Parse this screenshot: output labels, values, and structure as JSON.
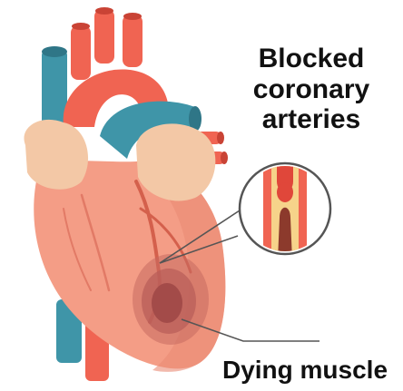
{
  "labels": {
    "blocked": [
      "Blocked",
      "coronary",
      "arteries"
    ],
    "dying": "Dying muscle"
  },
  "colors": {
    "heart_muscle": "#f49d86",
    "heart_shadow": "#e47c67",
    "aorta": "#f06452",
    "vein_blue": "#3f95a8",
    "fat": "#f3c8a6",
    "infarct": "#b85c58",
    "plaque": "#f6d38a",
    "leader_line": "#555555"
  }
}
